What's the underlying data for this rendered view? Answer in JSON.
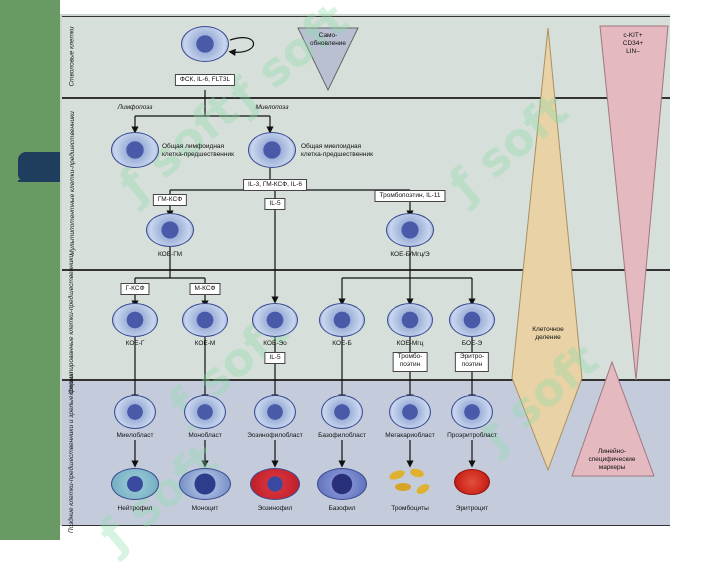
{
  "bands": {
    "stem": "Стволовые клетки",
    "multipotent": "Мультипотентные клетки-предшественники",
    "committed": "Коммитированные клетки-предшественники",
    "late": "Поздние клетки-предшественники и зрелые формы"
  },
  "top": {
    "self_renewal": "Само-\nобновление",
    "cytokines": "ФСК, IL-6, FLT3L",
    "lymphopoiesis": "Лимфопоэз",
    "myelopoiesis": "Миелопоэз"
  },
  "progenitors": {
    "lymphoid": "Общая лимфоидная\nклетка-предшественник",
    "myeloid": "Общая миелоидная\nклетка-предшественник"
  },
  "factors": {
    "il3_gmcsf": "IL-3, ГМ-КСФ, IL-6",
    "gm_csf": "ГМ-КСФ",
    "il5_top": "IL-5",
    "thrombopoietin_il11": "Тромбопоэтин, IL-11",
    "g_csf": "Г-КСФ",
    "m_csf": "М-КСФ",
    "il5_bottom": "IL-5",
    "thrombopoietin": "Тромбо-\nпоэтин",
    "erythropoietin": "Эритро-\nпоэтин"
  },
  "cfu": {
    "gm": "КОЕ-ГМ",
    "gemm": "КОЕ-Б/Мгц/Э",
    "g": "КОЕ-Г",
    "m": "КОЕ-М",
    "eo": "КОЕ-Эо",
    "b": "КОЕ-Б",
    "meg": "КОЕ-Мгц",
    "e": "БОЕ-Э"
  },
  "blasts": [
    "Миелобласт",
    "Монобласт",
    "Эозинофилобласт",
    "Базофилобласт",
    "Мегакариобласт",
    "Проэритробласт"
  ],
  "mature": [
    "Нейтрофил",
    "Моноцит",
    "Эозинофил",
    "Базофил",
    "Тромбоциты",
    "Эритроцит"
  ],
  "cones": {
    "cell_division": "Клеточное\nделение",
    "markers_top": "c-KIT+\nCD34+\nLIN–",
    "lineage_markers": "Линейно-\nспецифические\nмаркеры"
  },
  "colors": {
    "panel": "#ccd6cf",
    "left_bar": "#6a9a64",
    "tab": "#1f3d5c",
    "cone_tan": "#e8d2a6",
    "cone_pink": "#e4b9c0",
    "cell_blue": "#4a5aa8"
  }
}
